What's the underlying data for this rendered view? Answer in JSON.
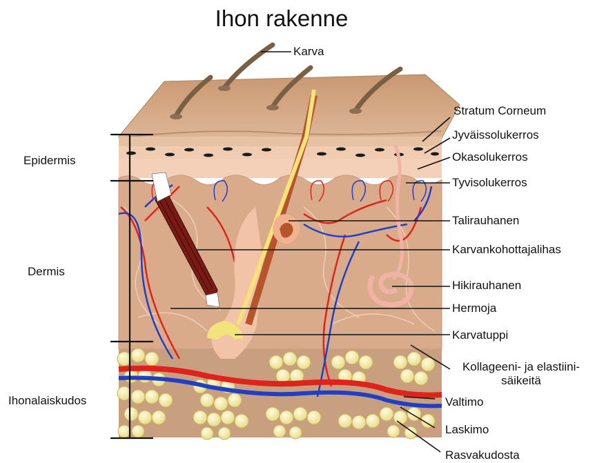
{
  "title": "Ihon rakenne",
  "layers": {
    "epidermis": "Epidermis",
    "dermis": "Dermis",
    "subcutis": "Ihonalaiskudos"
  },
  "labels": {
    "hair": "Karva",
    "stratum_corneum": "Stratum Corneum",
    "granular_layer": "Jyväissolukerros",
    "spinous_layer": "Okasolukerros",
    "basal_layer": "Tyvisolukerros",
    "sebaceous_gland": "Talirauhanen",
    "arrector_pili": "Karvankohottajalihas",
    "sweat_gland": "Hikirauhanen",
    "nerves": "Hermoja",
    "hair_follicle": "Karvatuppi",
    "collagen_elastin": "Kollageeni- ja elastiini-säikeitä",
    "artery": "Valtimo",
    "vein": "Laskimo",
    "fat_tissue": "Rasvakudosta"
  }
}
